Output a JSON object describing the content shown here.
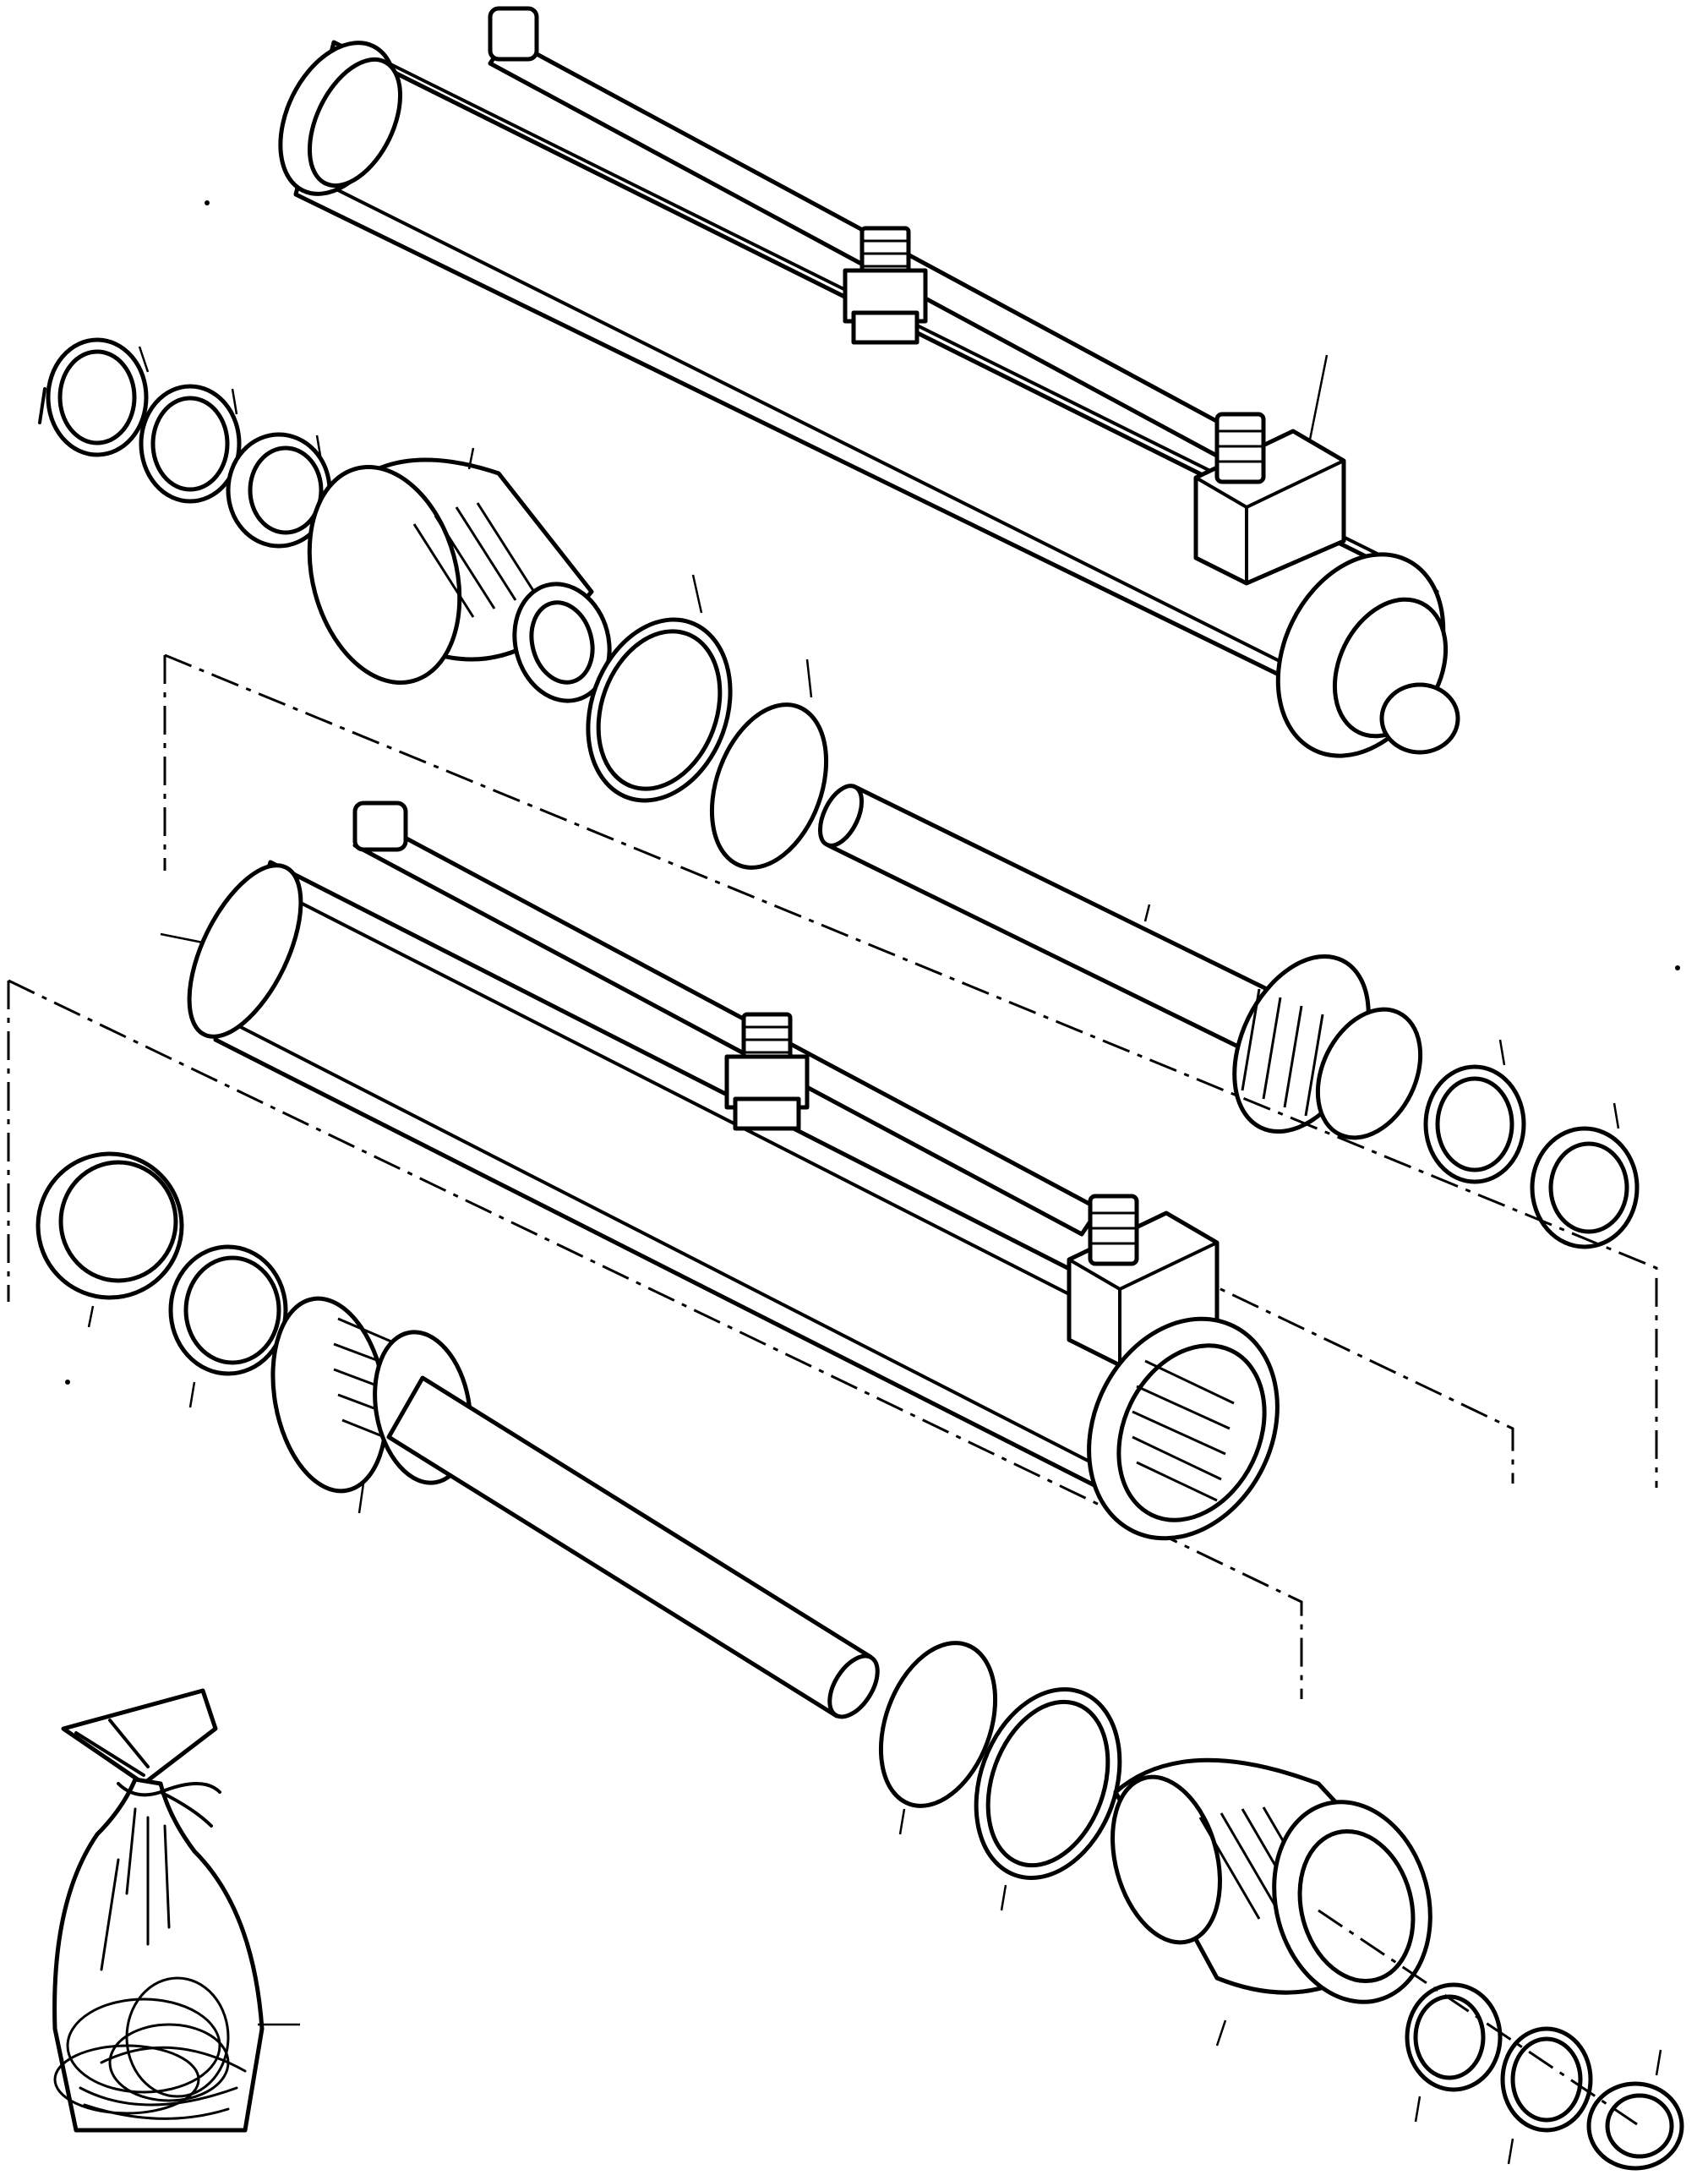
{
  "figure": {
    "kind": "exploded-parts-diagram",
    "subject": "hydraulic-cylinder-assembly",
    "line_color": "#000000",
    "background_color": "#ffffff",
    "assemblies": [
      "upper-cylinder",
      "lower-cylinder",
      "seal-kit-bag"
    ]
  }
}
